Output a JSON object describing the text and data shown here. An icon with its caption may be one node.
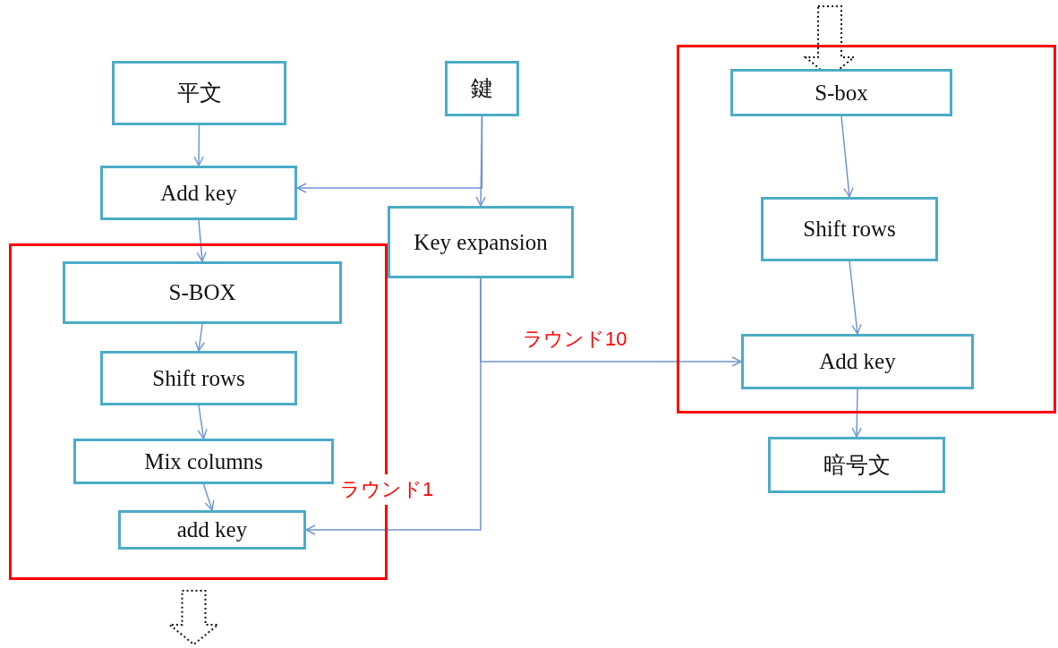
{
  "diagram": {
    "nodes": [
      {
        "text": [
          "平文"
        ]
      },
      {
        "text": [
          "鍵"
        ]
      },
      {
        "text": [
          "Add key"
        ]
      },
      {
        "text": [
          "Key expansion"
        ]
      },
      {
        "text": [],
        "shape": "box"
      },
      {
        "text": [
          "S-BOX"
        ],
        "in": 4
      },
      {
        "text": [
          "Shift rows"
        ],
        "in": 4
      },
      {
        "text": [
          "Mix columns"
        ],
        "in": 4
      },
      {
        "text": [
          "add key"
        ],
        "in": 4
      },
      {
        "text": [],
        "shape": "box"
      },
      {
        "text": [
          "S-box"
        ],
        "in": 9
      },
      {
        "text": [
          "Shift rows"
        ],
        "in": 9
      },
      {
        "text": [
          "Add key"
        ],
        "in": 9
      },
      {
        "text": [
          "暗号文"
        ]
      }
    ],
    "edges": [
      {
        "from": 0,
        "to": 2,
        "arrow": "to"
      },
      {
        "from": 1,
        "to": 3,
        "arrow": "to"
      },
      {
        "from": 1,
        "to": 2,
        "arrow": "to"
      },
      {
        "from": 2,
        "to": 5,
        "arrow": "to"
      },
      {
        "from": 5,
        "to": 6,
        "arrow": "to"
      },
      {
        "from": 6,
        "to": 7,
        "arrow": "to"
      },
      {
        "from": 7,
        "to": 8,
        "arrow": "to"
      },
      {
        "from": 3,
        "to": 8,
        "arrow": "to",
        "label": "ラウンド1"
      },
      {
        "from": 3,
        "to": 12,
        "arrow": "to",
        "label": "ラウンド10"
      },
      {
        "from": null,
        "to": 10,
        "arrow": "to",
        "style": "dashed"
      },
      {
        "from": 10,
        "to": 11,
        "arrow": "to"
      },
      {
        "from": 11,
        "to": 12,
        "arrow": "to"
      },
      {
        "from": 12,
        "to": 13,
        "arrow": "to"
      },
      {
        "from": 4,
        "to": null,
        "arrow": "to",
        "style": "dashed"
      }
    ]
  }
}
